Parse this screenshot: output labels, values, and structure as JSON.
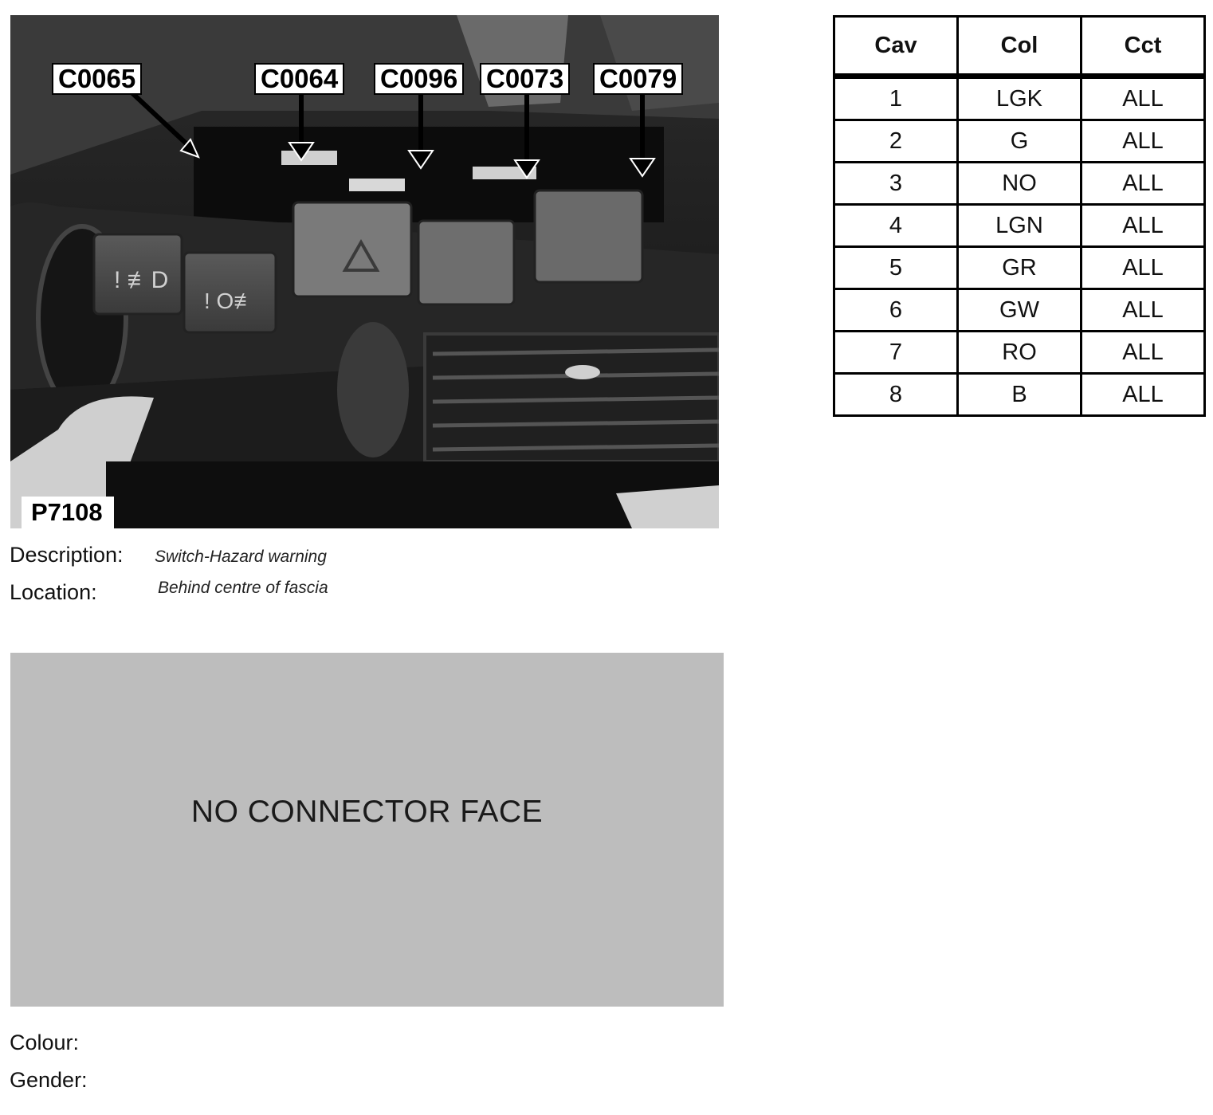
{
  "photo": {
    "reference": "P7108",
    "callouts": [
      "C0065",
      "C0064",
      "C0096",
      "C0073",
      "C0079"
    ]
  },
  "info": {
    "description_label": "Description:",
    "description_value": "Switch-Hazard warning",
    "location_label": "Location:",
    "location_value": "Behind centre of fascia"
  },
  "connector_face": {
    "text": "NO CONNECTOR FACE"
  },
  "footer": {
    "colour_label": "Colour:",
    "gender_label": "Gender:"
  },
  "pin_table": {
    "headers": [
      "Cav",
      "Col",
      "Cct"
    ],
    "rows": [
      [
        "1",
        "LGK",
        "ALL"
      ],
      [
        "2",
        "G",
        "ALL"
      ],
      [
        "3",
        "NO",
        "ALL"
      ],
      [
        "4",
        "LGN",
        "ALL"
      ],
      [
        "5",
        "GR",
        "ALL"
      ],
      [
        "6",
        "GW",
        "ALL"
      ],
      [
        "7",
        "RO",
        "ALL"
      ],
      [
        "8",
        "B",
        "ALL"
      ]
    ]
  }
}
